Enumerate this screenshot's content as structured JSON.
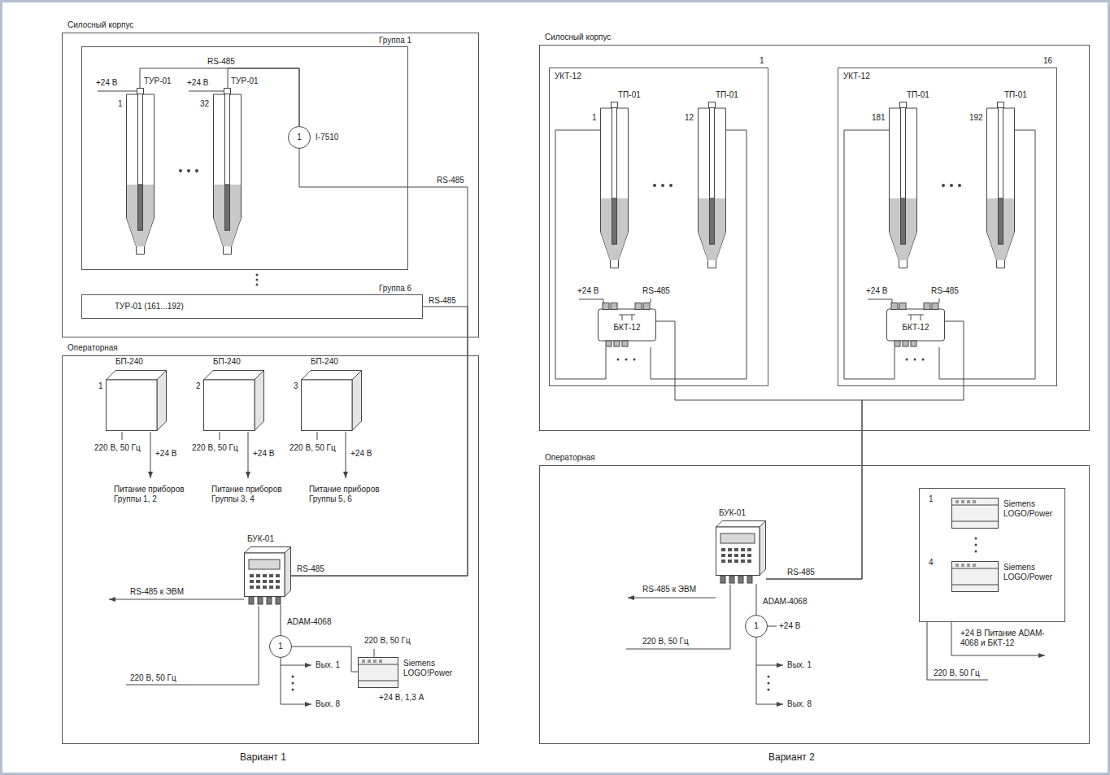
{
  "diagram": {
    "nodes": [
      {
        "text": [
          "Силосный корпус"
        ]
      },
      {
        "text": [
          "Группа 1"
        ],
        "in": 0
      },
      {
        "text": [
          "ТУР-01",
          "1"
        ],
        "in": 1
      },
      {
        "text": [
          "ТУР-01",
          "32"
        ],
        "in": 1
      },
      {
        "text": [
          "1",
          "I-7510"
        ],
        "in": 1
      },
      {
        "text": [
          "Группа 6",
          "ТУР-01 (161...192)"
        ],
        "in": 0
      },
      {
        "text": [
          "Операторная"
        ]
      },
      {
        "text": [
          "БП-240",
          "1"
        ],
        "in": 6
      },
      {
        "text": [
          "БП-240",
          "2"
        ],
        "in": 6
      },
      {
        "text": [
          "БП-240",
          "3"
        ],
        "in": 6
      },
      {
        "text": [
          "БУК-01"
        ],
        "in": 6
      },
      {
        "text": [
          "1",
          "ADAM-4068"
        ],
        "in": 6
      },
      {
        "text": [
          "Siemens LOGO!Power"
        ],
        "in": 6
      },
      {
        "text": [
          "Силосный корпус"
        ]
      },
      {
        "text": [
          "УКТ-12",
          "1"
        ],
        "in": 13
      },
      {
        "text": [
          "ТП-01",
          "1"
        ],
        "in": 14
      },
      {
        "text": [
          "ТП-01",
          "12"
        ],
        "in": 14
      },
      {
        "text": [
          "БКТ-12"
        ],
        "in": 14
      },
      {
        "text": [
          "УКТ-12",
          "16"
        ],
        "in": 13
      },
      {
        "text": [
          "ТП-01",
          "181"
        ],
        "in": 18
      },
      {
        "text": [
          "ТП-01",
          "192"
        ],
        "in": 18
      },
      {
        "text": [
          "БКТ-12"
        ],
        "in": 18
      },
      {
        "text": [
          "Операторная"
        ]
      },
      {
        "text": [
          "БУК-01"
        ],
        "in": 22
      },
      {
        "text": [
          "1",
          "ADAM-4068"
        ],
        "in": 22
      },
      {
        "text": [
          "+24 В Питание ADAM-4068 и БКТ-12"
        ],
        "in": 22
      },
      {
        "text": [
          "1",
          "Siemens LOGO/Power"
        ],
        "in": 25
      },
      {
        "text": [
          "4",
          "Siemens LOGO/Power"
        ],
        "in": 25
      }
    ],
    "edges": [
      {
        "from": 2,
        "to": 4,
        "arrow": "none"
      },
      {
        "from": 3,
        "to": 4,
        "arrow": "none"
      },
      {
        "from": 4,
        "to": 10,
        "label": "RS-485",
        "arrow": "none"
      },
      {
        "from": 5,
        "to": 10,
        "label": "RS-485",
        "arrow": "none"
      },
      {
        "from": 11,
        "to": 10,
        "arrow": "none"
      },
      {
        "from": 12,
        "to": 11,
        "arrow": "none"
      },
      {
        "from": 17,
        "to": 15,
        "arrow": "none"
      },
      {
        "from": 17,
        "to": 16,
        "arrow": "none"
      },
      {
        "from": 17,
        "to": 23,
        "arrow": "none"
      },
      {
        "from": 21,
        "to": 19,
        "arrow": "none"
      },
      {
        "from": 21,
        "to": 20,
        "arrow": "none"
      },
      {
        "from": 21,
        "to": 23,
        "arrow": "none"
      },
      {
        "from": 24,
        "to": 23,
        "arrow": "none"
      }
    ],
    "labels": [
      "RS-485",
      "+24 В",
      "+24 В",
      "220 В, 50 Гц",
      "+24 В",
      "Питание приборов Группы 1, 2",
      "220 В, 50 Гц",
      "+24 В",
      "Питание приборов Группы 3, 4",
      "220 В, 50 Гц",
      "+24 В",
      "Питание приборов Группы 5, 6",
      "RS-485 к ЭВМ",
      "RS-485",
      "220 В, 50 Гц",
      "Вых. 1",
      "Вых. 8",
      "220 В, 50 Гц",
      "+24 В, 1,3 А",
      "Вариант 1",
      "+24 В",
      "RS-485",
      "+24 В",
      "RS-485",
      "RS-485 к ЭВМ",
      "RS-485",
      "+24 В",
      "220 В, 50 Гц",
      "Вых. 1",
      "Вых. 8",
      "220 В, 50 Гц",
      "Вариант 2"
    ]
  }
}
